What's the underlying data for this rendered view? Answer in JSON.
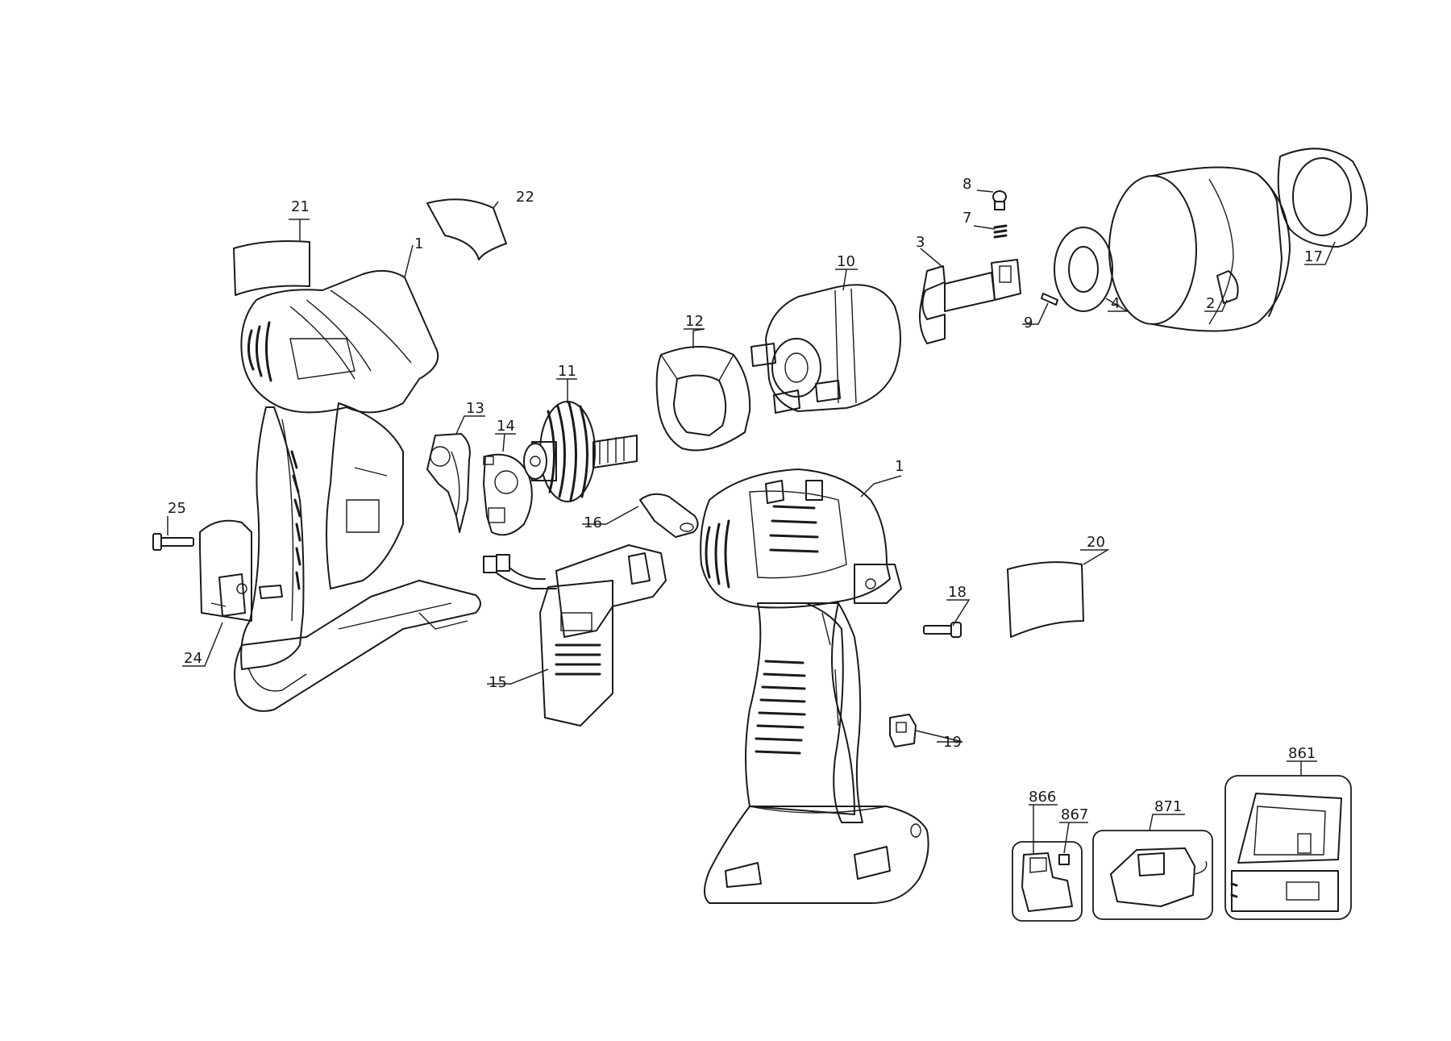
{
  "callouts": [
    {
      "id": "c21",
      "label": "21"
    },
    {
      "id": "c22",
      "label": "22"
    },
    {
      "id": "c1a",
      "label": "1"
    },
    {
      "id": "c8",
      "label": "8"
    },
    {
      "id": "c7",
      "label": "7"
    },
    {
      "id": "c3",
      "label": "3"
    },
    {
      "id": "c10",
      "label": "10"
    },
    {
      "id": "c17",
      "label": "17"
    },
    {
      "id": "c2",
      "label": "2"
    },
    {
      "id": "c4",
      "label": "4"
    },
    {
      "id": "c9",
      "label": "9"
    },
    {
      "id": "c12",
      "label": "12"
    },
    {
      "id": "c11",
      "label": "11"
    },
    {
      "id": "c13",
      "label": "13"
    },
    {
      "id": "c14",
      "label": "14"
    },
    {
      "id": "c1b",
      "label": "1"
    },
    {
      "id": "c16",
      "label": "16"
    },
    {
      "id": "c25",
      "label": "25"
    },
    {
      "id": "c20",
      "label": "20"
    },
    {
      "id": "c18",
      "label": "18"
    },
    {
      "id": "c24",
      "label": "24"
    },
    {
      "id": "c15",
      "label": "15"
    },
    {
      "id": "c19",
      "label": "19"
    },
    {
      "id": "c861",
      "label": "861"
    },
    {
      "id": "c866",
      "label": "866"
    },
    {
      "id": "c867",
      "label": "867"
    },
    {
      "id": "c871",
      "label": "871"
    }
  ]
}
